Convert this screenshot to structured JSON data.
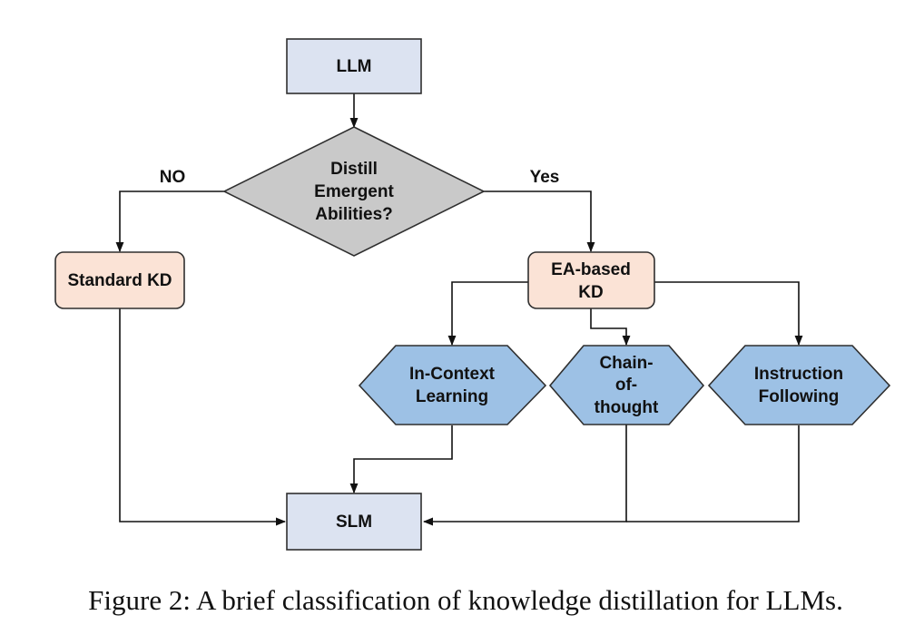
{
  "nodes": {
    "llm": {
      "label": "LLM",
      "fill": "#dce3f1"
    },
    "decision": {
      "lines": [
        "Distill",
        "Emergent",
        "Abilities?"
      ],
      "fill": "#c9c9c9"
    },
    "standard_kd": {
      "label": "Standard KD",
      "fill": "#fbe3d6"
    },
    "ea_kd": {
      "lines": [
        "EA-based",
        "KD"
      ],
      "fill": "#fbe3d6"
    },
    "icl": {
      "lines": [
        "In-Context",
        "Learning"
      ],
      "fill": "#9dc1e5"
    },
    "cot": {
      "lines": [
        "Chain-",
        "of-",
        "thought"
      ],
      "fill": "#9dc1e5"
    },
    "instruction": {
      "lines": [
        "Instruction",
        "Following"
      ],
      "fill": "#9dc1e5"
    },
    "slm": {
      "label": "SLM",
      "fill": "#dce3f1"
    }
  },
  "edge_labels": {
    "no": "NO",
    "yes": "Yes"
  },
  "caption": "Figure 2: A brief classification of knowledge distillation for LLMs."
}
